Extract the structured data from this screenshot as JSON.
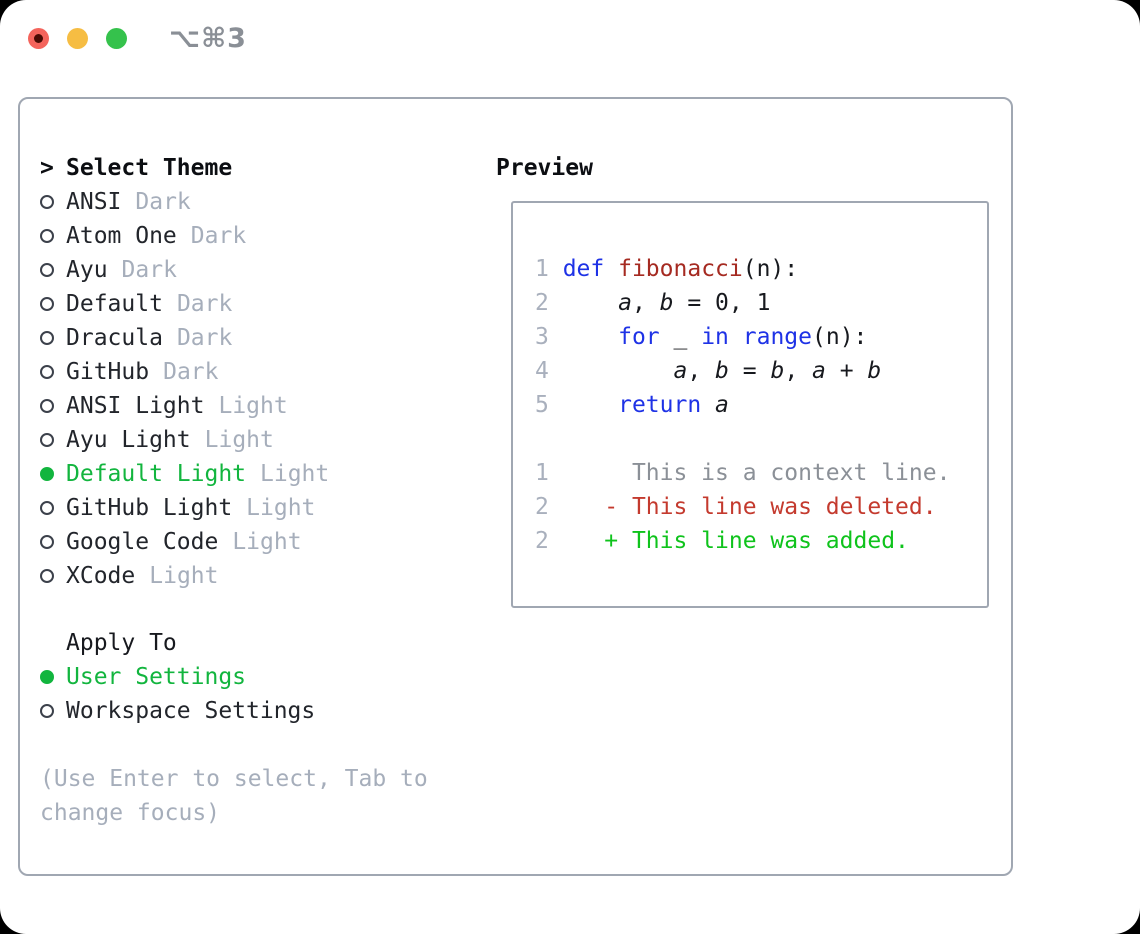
{
  "window": {
    "shortcut": "⌥⌘3",
    "traffic_lights": [
      {
        "name": "close",
        "color": "#f4645c"
      },
      {
        "name": "minimize",
        "color": "#f6bd43"
      },
      {
        "name": "zoom",
        "color": "#35c24c"
      }
    ]
  },
  "theme_panel": {
    "header": {
      "prompt": ">",
      "label": "Select Theme"
    },
    "themes": [
      {
        "name": "ANSI",
        "variant": "Dark",
        "selected": false
      },
      {
        "name": "Atom One",
        "variant": "Dark",
        "selected": false
      },
      {
        "name": "Ayu",
        "variant": "Dark",
        "selected": false
      },
      {
        "name": "Default",
        "variant": "Dark",
        "selected": false
      },
      {
        "name": "Dracula",
        "variant": "Dark",
        "selected": false
      },
      {
        "name": "GitHub",
        "variant": "Dark",
        "selected": false
      },
      {
        "name": "ANSI Light",
        "variant": "Light",
        "selected": false
      },
      {
        "name": "Ayu Light",
        "variant": "Light",
        "selected": false
      },
      {
        "name": "Default Light",
        "variant": "Light",
        "selected": true
      },
      {
        "name": "GitHub Light",
        "variant": "Light",
        "selected": false
      },
      {
        "name": "Google Code",
        "variant": "Light",
        "selected": false
      },
      {
        "name": "XCode",
        "variant": "Light",
        "selected": false
      }
    ],
    "apply_to": {
      "label": "Apply To",
      "options": [
        {
          "label": "User Settings",
          "selected": true
        },
        {
          "label": "Workspace Settings",
          "selected": false
        }
      ]
    },
    "help": "(Use Enter to select, Tab to change focus)"
  },
  "preview": {
    "label": "Preview",
    "lines": [
      {
        "num": "1",
        "tokens": [
          {
            "t": "def",
            "s": "kw"
          },
          {
            "t": " ",
            "s": "plain"
          },
          {
            "t": "fibonacci",
            "s": "fn"
          },
          {
            "t": "(n):",
            "s": "plain"
          }
        ]
      },
      {
        "num": "2",
        "tokens": [
          {
            "t": "    ",
            "s": "plain"
          },
          {
            "t": "a",
            "s": "var"
          },
          {
            "t": ", ",
            "s": "plain"
          },
          {
            "t": "b",
            "s": "var"
          },
          {
            "t": " = 0, 1",
            "s": "plain"
          }
        ]
      },
      {
        "num": "3",
        "tokens": [
          {
            "t": "    ",
            "s": "plain"
          },
          {
            "t": "for",
            "s": "kw"
          },
          {
            "t": " _ ",
            "s": "plain"
          },
          {
            "t": "in",
            "s": "kw"
          },
          {
            "t": " ",
            "s": "plain"
          },
          {
            "t": "range",
            "s": "kw"
          },
          {
            "t": "(n):",
            "s": "plain"
          }
        ]
      },
      {
        "num": "4",
        "tokens": [
          {
            "t": "        ",
            "s": "plain"
          },
          {
            "t": "a",
            "s": "var"
          },
          {
            "t": ", ",
            "s": "plain"
          },
          {
            "t": "b",
            "s": "var"
          },
          {
            "t": " = ",
            "s": "plain"
          },
          {
            "t": "b",
            "s": "var"
          },
          {
            "t": ", ",
            "s": "plain"
          },
          {
            "t": "a",
            "s": "var"
          },
          {
            "t": " + ",
            "s": "plain"
          },
          {
            "t": "b",
            "s": "var"
          }
        ]
      },
      {
        "num": "5",
        "tokens": [
          {
            "t": "    ",
            "s": "plain"
          },
          {
            "t": "return",
            "s": "kw"
          },
          {
            "t": " ",
            "s": "plain"
          },
          {
            "t": "a",
            "s": "var"
          }
        ]
      },
      {
        "num": "",
        "tokens": []
      },
      {
        "num": "1",
        "tokens": [
          {
            "t": "     This is a context line.",
            "s": "ctx"
          }
        ]
      },
      {
        "num": "2",
        "tokens": [
          {
            "t": "   - This line was deleted.",
            "s": "del"
          }
        ]
      },
      {
        "num": "2",
        "tokens": [
          {
            "t": "   + This line was added.",
            "s": "add"
          }
        ]
      }
    ]
  },
  "colors": {
    "selected_green": "#12b53e",
    "added_green": "#0fc31c",
    "deleted_red": "#c43a2e",
    "keyword_blue": "#1e32e6",
    "function_red": "#a52a21",
    "context_gray": "#8b9097",
    "muted_gray": "#a6aebb",
    "border_gray": "#a0a7b2"
  }
}
